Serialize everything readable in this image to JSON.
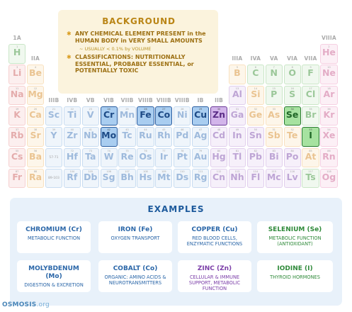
{
  "colors": {
    "background_card": "#fbf3dc",
    "background_title": "#b8820f",
    "examples_panel": "#e8f1fa",
    "examples_title": "#1d5a9c",
    "blue_text": "#2a66a8",
    "green_text": "#2f8a3a",
    "purple_text": "#7b3ea8"
  },
  "group_labels": [
    {
      "text": "1A"
    },
    {
      "text": "IIA"
    },
    {
      "text": "IIIB"
    },
    {
      "text": "IVB"
    },
    {
      "text": "VB"
    },
    {
      "text": "VIB"
    },
    {
      "text": "VIIB"
    },
    {
      "text": "VIIIB"
    },
    {
      "text": "VIIIB"
    },
    {
      "text": "VIIIB"
    },
    {
      "text": "IB"
    },
    {
      "text": "IIB"
    },
    {
      "text": "IIIA"
    },
    {
      "text": "IVA"
    },
    {
      "text": "VA"
    },
    {
      "text": "VIA"
    },
    {
      "text": "VIIA"
    },
    {
      "text": "VIIIA"
    }
  ],
  "elements": [
    {
      "sym": "H",
      "num": "1",
      "name": "",
      "row": 1,
      "col": 1,
      "cat": "green"
    },
    {
      "sym": "He",
      "num": "2",
      "name": "",
      "row": 1,
      "col": 18,
      "cat": "pink"
    },
    {
      "sym": "Li",
      "num": "3",
      "name": "",
      "row": 2,
      "col": 1,
      "cat": "red"
    },
    {
      "sym": "Be",
      "num": "4",
      "name": "",
      "row": 2,
      "col": 2,
      "cat": "orange"
    },
    {
      "sym": "B",
      "num": "5",
      "name": "",
      "row": 2,
      "col": 13,
      "cat": "orange"
    },
    {
      "sym": "C",
      "num": "6",
      "name": "",
      "row": 2,
      "col": 14,
      "cat": "green"
    },
    {
      "sym": "N",
      "num": "7",
      "name": "",
      "row": 2,
      "col": 15,
      "cat": "green"
    },
    {
      "sym": "O",
      "num": "8",
      "name": "",
      "row": 2,
      "col": 16,
      "cat": "green"
    },
    {
      "sym": "F",
      "num": "9",
      "name": "",
      "row": 2,
      "col": 17,
      "cat": "green"
    },
    {
      "sym": "Ne",
      "num": "10",
      "name": "",
      "row": 2,
      "col": 18,
      "cat": "pink"
    },
    {
      "sym": "Na",
      "num": "11",
      "name": "",
      "row": 3,
      "col": 1,
      "cat": "red"
    },
    {
      "sym": "Mg",
      "num": "12",
      "name": "",
      "row": 3,
      "col": 2,
      "cat": "orange"
    },
    {
      "sym": "Al",
      "num": "13",
      "name": "",
      "row": 3,
      "col": 13,
      "cat": "purple"
    },
    {
      "sym": "Si",
      "num": "14",
      "name": "",
      "row": 3,
      "col": 14,
      "cat": "orange"
    },
    {
      "sym": "P",
      "num": "15",
      "name": "",
      "row": 3,
      "col": 15,
      "cat": "green"
    },
    {
      "sym": "S",
      "num": "16",
      "name": "",
      "row": 3,
      "col": 16,
      "cat": "green"
    },
    {
      "sym": "Cl",
      "num": "17",
      "name": "",
      "row": 3,
      "col": 17,
      "cat": "green"
    },
    {
      "sym": "Ar",
      "num": "18",
      "name": "",
      "row": 3,
      "col": 18,
      "cat": "pink"
    },
    {
      "sym": "K",
      "num": "19",
      "name": "",
      "row": 4,
      "col": 1,
      "cat": "red"
    },
    {
      "sym": "Ca",
      "num": "20",
      "name": "",
      "row": 4,
      "col": 2,
      "cat": "orange"
    },
    {
      "sym": "Sc",
      "num": "21",
      "name": "",
      "row": 4,
      "col": 3,
      "cat": "blue"
    },
    {
      "sym": "Ti",
      "num": "22",
      "name": "",
      "row": 4,
      "col": 4,
      "cat": "blue"
    },
    {
      "sym": "V",
      "num": "23",
      "name": "",
      "row": 4,
      "col": 5,
      "cat": "blue"
    },
    {
      "sym": "Cr",
      "num": "24",
      "name": "",
      "row": 4,
      "col": 6,
      "cat": "blue",
      "hl": true
    },
    {
      "sym": "Mn",
      "num": "25",
      "name": "",
      "row": 4,
      "col": 7,
      "cat": "blue"
    },
    {
      "sym": "Fe",
      "num": "26",
      "name": "",
      "row": 4,
      "col": 8,
      "cat": "blue",
      "hl": true
    },
    {
      "sym": "Co",
      "num": "27",
      "name": "",
      "row": 4,
      "col": 9,
      "cat": "blue",
      "hl": true
    },
    {
      "sym": "Ni",
      "num": "28",
      "name": "",
      "row": 4,
      "col": 10,
      "cat": "blue"
    },
    {
      "sym": "Cu",
      "num": "29",
      "name": "",
      "row": 4,
      "col": 11,
      "cat": "blue",
      "hl": true
    },
    {
      "sym": "Zn",
      "num": "30",
      "name": "",
      "row": 4,
      "col": 12,
      "cat": "purple",
      "hl": true
    },
    {
      "sym": "Ga",
      "num": "31",
      "name": "",
      "row": 4,
      "col": 13,
      "cat": "purple"
    },
    {
      "sym": "Ge",
      "num": "32",
      "name": "",
      "row": 4,
      "col": 14,
      "cat": "orange"
    },
    {
      "sym": "As",
      "num": "33",
      "name": "",
      "row": 4,
      "col": 15,
      "cat": "orange"
    },
    {
      "sym": "Se",
      "num": "34",
      "name": "",
      "row": 4,
      "col": 16,
      "cat": "green",
      "hl": true
    },
    {
      "sym": "Br",
      "num": "35",
      "name": "",
      "row": 4,
      "col": 17,
      "cat": "green"
    },
    {
      "sym": "Kr",
      "num": "36",
      "name": "",
      "row": 4,
      "col": 18,
      "cat": "pink"
    },
    {
      "sym": "Rb",
      "num": "37",
      "name": "",
      "row": 5,
      "col": 1,
      "cat": "red"
    },
    {
      "sym": "Sr",
      "num": "38",
      "name": "",
      "row": 5,
      "col": 2,
      "cat": "orange"
    },
    {
      "sym": "Y",
      "num": "39",
      "name": "",
      "row": 5,
      "col": 3,
      "cat": "blue"
    },
    {
      "sym": "Zr",
      "num": "40",
      "name": "",
      "row": 5,
      "col": 4,
      "cat": "blue"
    },
    {
      "sym": "Nb",
      "num": "41",
      "name": "",
      "row": 5,
      "col": 5,
      "cat": "blue"
    },
    {
      "sym": "Mo",
      "num": "42",
      "name": "",
      "row": 5,
      "col": 6,
      "cat": "blue",
      "hl": true
    },
    {
      "sym": "Tc",
      "num": "43",
      "name": "",
      "row": 5,
      "col": 7,
      "cat": "blue"
    },
    {
      "sym": "Ru",
      "num": "44",
      "name": "",
      "row": 5,
      "col": 8,
      "cat": "blue"
    },
    {
      "sym": "Rh",
      "num": "45",
      "name": "",
      "row": 5,
      "col": 9,
      "cat": "blue"
    },
    {
      "sym": "Pd",
      "num": "46",
      "name": "",
      "row": 5,
      "col": 10,
      "cat": "blue"
    },
    {
      "sym": "Ag",
      "num": "47",
      "name": "",
      "row": 5,
      "col": 11,
      "cat": "blue"
    },
    {
      "sym": "Cd",
      "num": "48",
      "name": "",
      "row": 5,
      "col": 12,
      "cat": "purple"
    },
    {
      "sym": "In",
      "num": "49",
      "name": "",
      "row": 5,
      "col": 13,
      "cat": "purple"
    },
    {
      "sym": "Sn",
      "num": "50",
      "name": "",
      "row": 5,
      "col": 14,
      "cat": "purple"
    },
    {
      "sym": "Sb",
      "num": "51",
      "name": "",
      "row": 5,
      "col": 15,
      "cat": "orange"
    },
    {
      "sym": "Te",
      "num": "52",
      "name": "",
      "row": 5,
      "col": 16,
      "cat": "orange"
    },
    {
      "sym": "I",
      "num": "53",
      "name": "",
      "row": 5,
      "col": 17,
      "cat": "green",
      "hl": true
    },
    {
      "sym": "Xe",
      "num": "54",
      "name": "",
      "row": 5,
      "col": 18,
      "cat": "pink"
    },
    {
      "sym": "Cs",
      "num": "55",
      "name": "",
      "row": 6,
      "col": 1,
      "cat": "red"
    },
    {
      "sym": "Ba",
      "num": "56",
      "name": "",
      "row": 6,
      "col": 2,
      "cat": "orange"
    },
    {
      "sym": "",
      "num": "57-71",
      "name": "",
      "row": 6,
      "col": 3,
      "cat": "blue"
    },
    {
      "sym": "Hf",
      "num": "72",
      "name": "",
      "row": 6,
      "col": 4,
      "cat": "blue"
    },
    {
      "sym": "Ta",
      "num": "73",
      "name": "",
      "row": 6,
      "col": 5,
      "cat": "blue"
    },
    {
      "sym": "W",
      "num": "74",
      "name": "",
      "row": 6,
      "col": 6,
      "cat": "blue"
    },
    {
      "sym": "Re",
      "num": "75",
      "name": "",
      "row": 6,
      "col": 7,
      "cat": "blue"
    },
    {
      "sym": "Os",
      "num": "76",
      "name": "",
      "row": 6,
      "col": 8,
      "cat": "blue"
    },
    {
      "sym": "Ir",
      "num": "77",
      "name": "",
      "row": 6,
      "col": 9,
      "cat": "blue"
    },
    {
      "sym": "Pt",
      "num": "78",
      "name": "",
      "row": 6,
      "col": 10,
      "cat": "blue"
    },
    {
      "sym": "Au",
      "num": "79",
      "name": "",
      "row": 6,
      "col": 11,
      "cat": "blue"
    },
    {
      "sym": "Hg",
      "num": "80",
      "name": "",
      "row": 6,
      "col": 12,
      "cat": "purple"
    },
    {
      "sym": "Tl",
      "num": "81",
      "name": "",
      "row": 6,
      "col": 13,
      "cat": "purple"
    },
    {
      "sym": "Pb",
      "num": "82",
      "name": "",
      "row": 6,
      "col": 14,
      "cat": "purple"
    },
    {
      "sym": "Bi",
      "num": "83",
      "name": "",
      "row": 6,
      "col": 15,
      "cat": "purple"
    },
    {
      "sym": "Po",
      "num": "84",
      "name": "",
      "row": 6,
      "col": 16,
      "cat": "purple"
    },
    {
      "sym": "At",
      "num": "85",
      "name": "",
      "row": 6,
      "col": 17,
      "cat": "orange"
    },
    {
      "sym": "Rn",
      "num": "86",
      "name": "",
      "row": 6,
      "col": 18,
      "cat": "pink"
    },
    {
      "sym": "Fr",
      "num": "87",
      "name": "",
      "row": 7,
      "col": 1,
      "cat": "red"
    },
    {
      "sym": "Ra",
      "num": "88",
      "name": "",
      "row": 7,
      "col": 2,
      "cat": "orange"
    },
    {
      "sym": "",
      "num": "89-103",
      "name": "",
      "row": 7,
      "col": 3,
      "cat": "blue"
    },
    {
      "sym": "Rf",
      "num": "104",
      "name": "",
      "row": 7,
      "col": 4,
      "cat": "blue"
    },
    {
      "sym": "Db",
      "num": "105",
      "name": "",
      "row": 7,
      "col": 5,
      "cat": "blue"
    },
    {
      "sym": "Sg",
      "num": "106",
      "name": "",
      "row": 7,
      "col": 6,
      "cat": "blue"
    },
    {
      "sym": "Bh",
      "num": "107",
      "name": "",
      "row": 7,
      "col": 7,
      "cat": "blue"
    },
    {
      "sym": "Hs",
      "num": "108",
      "name": "",
      "row": 7,
      "col": 8,
      "cat": "blue"
    },
    {
      "sym": "Mt",
      "num": "109",
      "name": "",
      "row": 7,
      "col": 9,
      "cat": "blue"
    },
    {
      "sym": "Ds",
      "num": "110",
      "name": "",
      "row": 7,
      "col": 10,
      "cat": "blue"
    },
    {
      "sym": "Rg",
      "num": "111",
      "name": "",
      "row": 7,
      "col": 11,
      "cat": "blue"
    },
    {
      "sym": "Cn",
      "num": "112",
      "name": "",
      "row": 7,
      "col": 12,
      "cat": "purple"
    },
    {
      "sym": "Nh",
      "num": "113",
      "name": "",
      "row": 7,
      "col": 13,
      "cat": "purple"
    },
    {
      "sym": "Fl",
      "num": "114",
      "name": "",
      "row": 7,
      "col": 14,
      "cat": "purple"
    },
    {
      "sym": "Mc",
      "num": "115",
      "name": "",
      "row": 7,
      "col": 15,
      "cat": "purple"
    },
    {
      "sym": "Lv",
      "num": "116",
      "name": "",
      "row": 7,
      "col": 16,
      "cat": "purple"
    },
    {
      "sym": "Ts",
      "num": "117",
      "name": "",
      "row": 7,
      "col": 17,
      "cat": "green"
    },
    {
      "sym": "Og",
      "num": "118",
      "name": "",
      "row": 7,
      "col": 18,
      "cat": "pink"
    }
  ],
  "background": {
    "title": "BACKGROUND",
    "items": [
      {
        "text": "ANY CHEMICAL ELEMENT PRESENT in the HUMAN BODY in VERY SMALL AMOUNTS",
        "sub": "~ USUALLY < 0.1% by VOLUME"
      },
      {
        "text": "CLASSIFICATIONS: NUTRITIONALLY ESSENTIAL, PROBABLY ESSENTIAL, or POTENTIALLY TOXIC",
        "sub": ""
      }
    ]
  },
  "examples": {
    "title": "EXAMPLES",
    "cards": [
      {
        "title": "CHROMIUM (Cr)",
        "desc": "METABOLIC FUNCTION",
        "color": "#2a66a8",
        "slug": "chromium"
      },
      {
        "title": "IRON (Fe)",
        "desc": "OXYGEN TRANSPORT",
        "color": "#2a66a8",
        "slug": "iron"
      },
      {
        "title": "COPPER (Cu)",
        "desc": "RED BLOOD CELLS, ENZYMATIC FUNCTIONS",
        "color": "#2a66a8",
        "slug": "copper"
      },
      {
        "title": "SELENIUM (Se)",
        "desc": "METABOLIC FUNCTION (ANTIOXIDANT)",
        "color": "#2f8a3a",
        "slug": "selenium"
      },
      {
        "title": "MOLYBDENUM (Mo)",
        "desc": "DIGESTION & EXCRETION",
        "color": "#2a66a8",
        "slug": "molybdenum"
      },
      {
        "title": "COBALT (Co)",
        "desc": "ORGANIC: AMINO ACIDS & NEUROTRANSMITTERS",
        "color": "#2a66a8",
        "slug": "cobalt"
      },
      {
        "title": "ZINC (Zn)",
        "desc": "CELLULAR & IMMUNE SUPPORT, METABOLIC FUNCTION",
        "color": "#7b3ea8",
        "slug": "zinc"
      },
      {
        "title": "IODINE (I)",
        "desc": "THYROID HORMONES",
        "color": "#2f8a3a",
        "slug": "iodine"
      }
    ]
  },
  "brand": {
    "name": "OSMOSIS",
    "suffix": ".org"
  }
}
